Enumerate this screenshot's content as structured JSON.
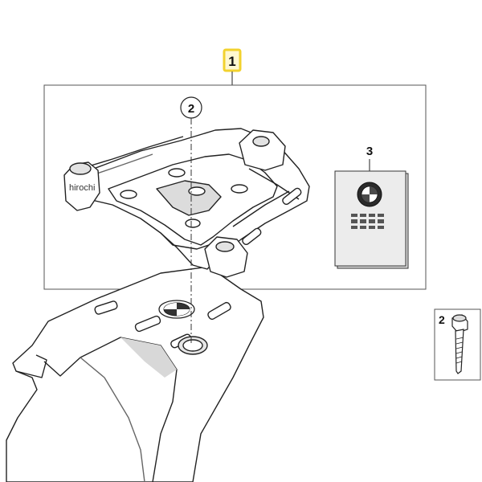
{
  "callouts": {
    "main": "1",
    "bolt_circle": "2",
    "kit_label": "3",
    "bolt_box": "2"
  },
  "watermark": "hirochi",
  "colors": {
    "highlight_box": "#f2d22e",
    "line": "#222222",
    "part_fill": "#ffffff",
    "shade": "#cfcfcf",
    "panel_border": "#555555"
  },
  "icons": {
    "logo": "bmw-roundel-icon",
    "bolt": "socket-head-bolt-icon"
  }
}
